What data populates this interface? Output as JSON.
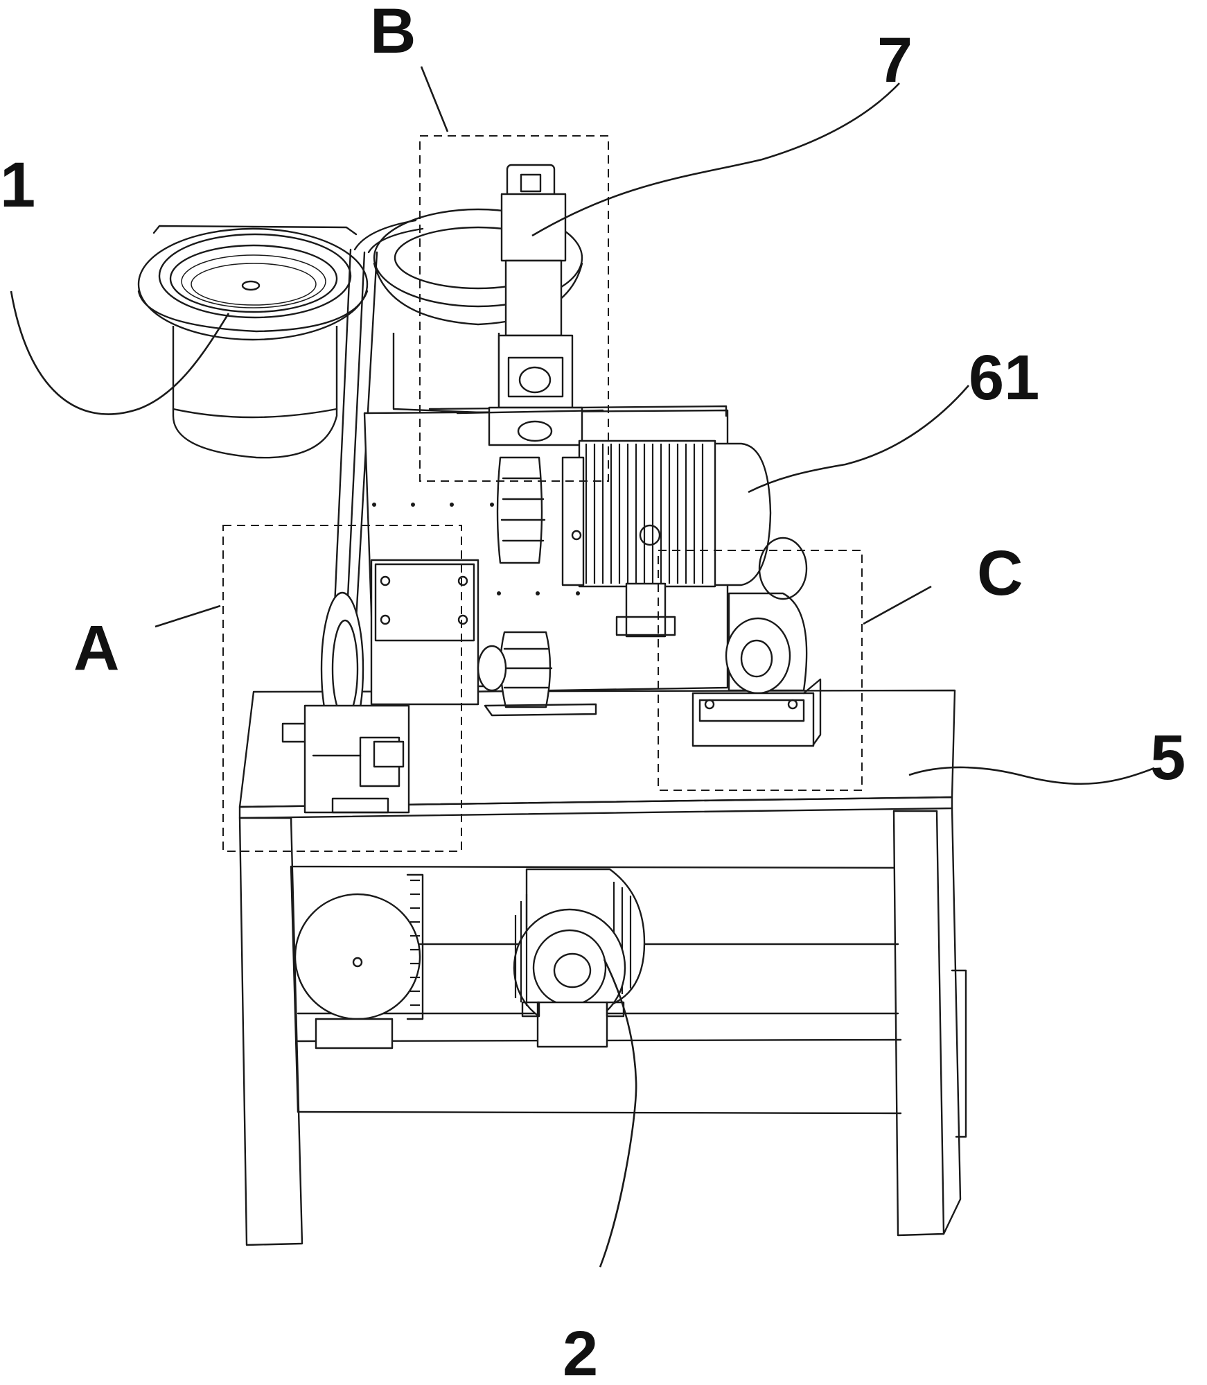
{
  "labels": {
    "one": "1",
    "two": "2",
    "five": "5",
    "seven": "7",
    "sixty_one": "61",
    "a": "A",
    "b": "B",
    "c": "C"
  }
}
